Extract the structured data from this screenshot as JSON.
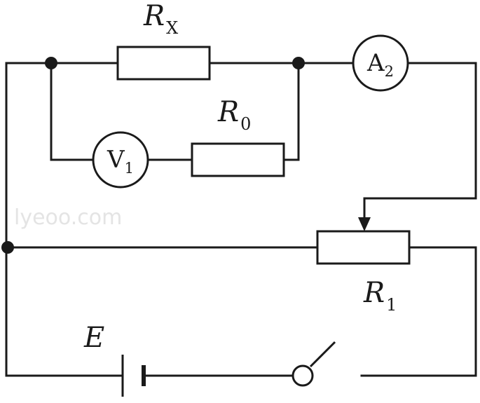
{
  "labels": {
    "rx": {
      "main": "R",
      "sub": "X"
    },
    "r0": {
      "main": "R",
      "sub": "0"
    },
    "r1": {
      "main": "R",
      "sub": "1"
    },
    "emf": "E"
  },
  "meters": {
    "ammeter": {
      "main": "A",
      "sub": "2"
    },
    "voltmeter": {
      "main": "V",
      "sub": "1"
    }
  },
  "watermark": "lyeoo.com",
  "colors": {
    "ink": "#1a1a1a",
    "background": "#ffffff",
    "watermark": "#e4e4e4"
  }
}
